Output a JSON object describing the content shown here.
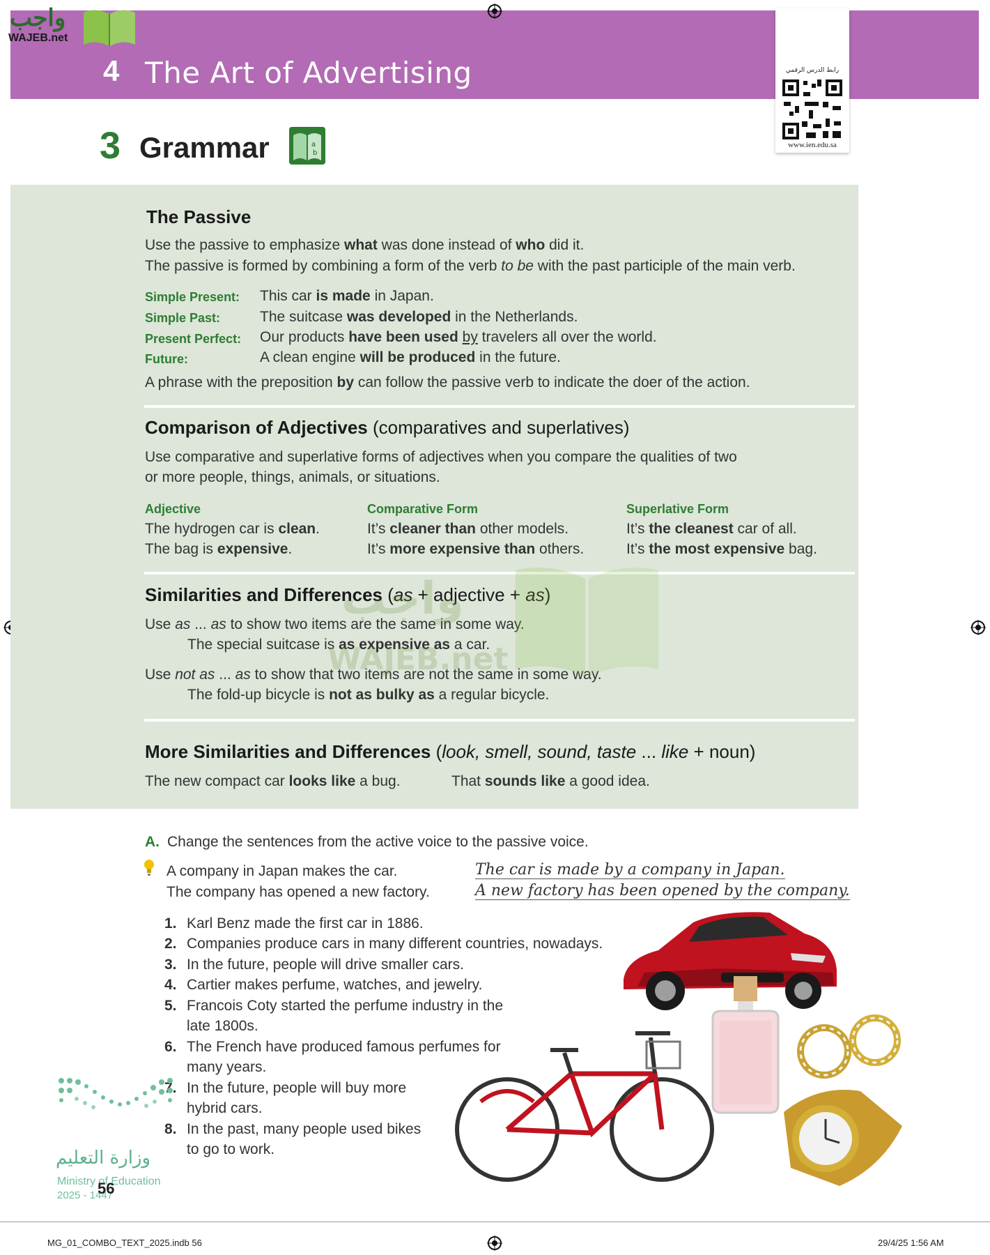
{
  "header": {
    "logo_ar": "واجب",
    "logo_en": "WAJEB.net",
    "unit_number": "4",
    "unit_title": "The Art of Advertising",
    "qr_caption": "رابط الدرس الرقمي",
    "qr_url": "www.ien.edu.sa"
  },
  "lesson": {
    "number": "3",
    "title": "Grammar"
  },
  "passive": {
    "title": "The Passive",
    "line1": [
      "Use the passive to emphasize ",
      "what",
      " was done instead of ",
      "who",
      " did it."
    ],
    "line2": [
      "The passive is formed by combining a form of the verb ",
      "to be",
      " with the past participle of the main verb."
    ],
    "examples": [
      {
        "label": "Simple Present:",
        "parts": [
          "This car ",
          "is made",
          " in Japan."
        ]
      },
      {
        "label": "Simple Past:",
        "parts": [
          "The suitcase ",
          "was developed",
          " in the Netherlands."
        ]
      },
      {
        "label": "Present Perfect:",
        "parts": [
          "Our products ",
          "have been used",
          " ",
          "by",
          " travelers all over the world."
        ]
      },
      {
        "label": "Future:",
        "parts": [
          "A clean engine ",
          "will be produced",
          " in the future."
        ]
      }
    ],
    "note": [
      "A phrase with the preposition ",
      "by",
      " can follow the passive verb to indicate the doer of the action."
    ]
  },
  "comparison": {
    "title": "Comparison of Adjectives",
    "subtitle": " (comparatives and superlatives)",
    "desc1": "Use comparative and superlative forms of adjectives when you compare the qualities of two",
    "desc2": "or more people, things, animals, or situations.",
    "columns": [
      "Adjective",
      "Comparative Form",
      "Superlative Form"
    ],
    "rows": [
      [
        [
          "The hydrogen car is ",
          "clean",
          "."
        ],
        [
          "It’s ",
          "cleaner than",
          " other models."
        ],
        [
          "It’s ",
          "the cleanest",
          " car of all."
        ]
      ],
      [
        [
          "The bag is ",
          "expensive",
          "."
        ],
        [
          "It’s ",
          "more expensive than",
          " others."
        ],
        [
          "It’s ",
          "the most expensive",
          " bag."
        ]
      ]
    ]
  },
  "similarities": {
    "title": "Similarities and Differences",
    "sub": [
      " (",
      "as",
      " + adjective + ",
      "as",
      ")"
    ],
    "use1": [
      "Use ",
      "as",
      " ... ",
      "as",
      " to show two items are the same in some way."
    ],
    "ex1": [
      "The special suitcase is ",
      "as expensive as",
      " a car."
    ],
    "use2": [
      "Use ",
      "not as",
      " ... ",
      "as",
      " to show that two items are not the same in some way."
    ],
    "ex2": [
      "The fold-up bicycle is ",
      "not as bulky as",
      " a regular bicycle."
    ]
  },
  "more": {
    "title": "More Similarities and Differences",
    "sub": [
      " (",
      "look, smell, sound, taste",
      " ... ",
      "like",
      " + noun)"
    ],
    "ex1": [
      "The new compact car ",
      "looks like",
      " a bug."
    ],
    "ex2": [
      "That ",
      "sounds like",
      " a good idea."
    ]
  },
  "exercise": {
    "letter": "A.",
    "instruction": "Change the sentences from the active voice to the passive voice.",
    "model_prompts": [
      "A company in Japan makes the car.",
      "The company has opened a new factory."
    ],
    "model_answers": [
      "The car is made by a company in Japan.",
      "A new factory has been opened by the company."
    ],
    "items": [
      {
        "n": "1.",
        "lines": [
          "Karl Benz made the first car in 1886."
        ]
      },
      {
        "n": "2.",
        "lines": [
          "Companies produce cars in many different countries, nowadays."
        ]
      },
      {
        "n": "3.",
        "lines": [
          "In the future, people will drive smaller cars."
        ]
      },
      {
        "n": "4.",
        "lines": [
          "Cartier makes perfume, watches, and jewelry."
        ]
      },
      {
        "n": "5.",
        "lines": [
          "Francois Coty started the perfume industry in the",
          "late 1800s."
        ]
      },
      {
        "n": "6.",
        "lines": [
          "The French have produced famous perfumes for",
          "many years."
        ]
      },
      {
        "n": "7.",
        "lines": [
          "In the future, people will buy more",
          "hybrid cars."
        ]
      },
      {
        "n": "8.",
        "lines": [
          "In the past, many people used bikes",
          "to go to work."
        ]
      }
    ]
  },
  "ministry": {
    "ar": "وزارة التعليم",
    "en": "Ministry of Education",
    "year": "2025 - 1447"
  },
  "page_number": "56",
  "footer": {
    "left": "MG_01_COMBO_TEXT_2025.indb   56",
    "right": "29/4/25   1:56 AM"
  },
  "colors": {
    "banner": "#b26bb4",
    "accent_green": "#2e7d32",
    "box_bg": "#dde6d9"
  }
}
